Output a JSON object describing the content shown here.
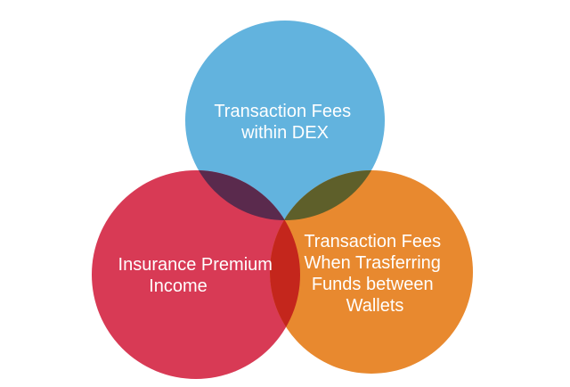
{
  "diagram": {
    "circles": [
      {
        "id": "top",
        "lines": [
          "Transaction Fees",
          "within DEX"
        ],
        "color": "#62B3DE"
      },
      {
        "id": "left",
        "lines": [
          "Insurance Premium",
          "Income"
        ],
        "color": "#D83A55"
      },
      {
        "id": "right",
        "lines": [
          "Transaction Fees",
          "When Trasferring",
          "Funds between",
          "Wallets"
        ],
        "color": "#E8892F"
      }
    ],
    "overlap_colors": {
      "top_left": "#5A2A4D",
      "top_right": "#5E5F2A",
      "left_right": "#C4261C"
    }
  }
}
